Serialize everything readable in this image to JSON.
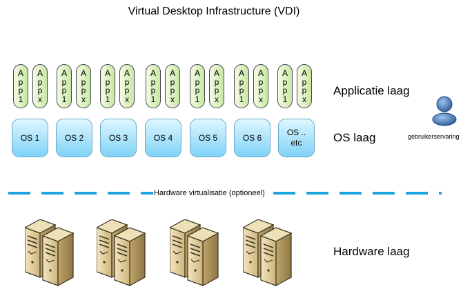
{
  "title": "Virtual Desktop Infrastructure (VDI)",
  "layers": {
    "app": "Applicatie laag",
    "os": "OS laag",
    "hardware": "Hardware laag"
  },
  "os_boxes": [
    "OS 1",
    "OS 2",
    "OS 3",
    "OS 4",
    "OS 5",
    "OS 6",
    "OS ..\netc"
  ],
  "apps": [
    [
      "A",
      "p",
      "p",
      "1"
    ],
    [
      "A",
      "p",
      "p",
      "x"
    ]
  ],
  "virtualization_label": "Hardware virtualisatie (optioneel)",
  "user_label": "gebruikerservaring",
  "colors": {
    "os_fill_top": "#dff6ff",
    "os_fill_bottom": "#7fd2f6",
    "app_fill": "#c9e7a2",
    "dash": "#1ba3dd",
    "user": "#3d6fae",
    "server": "#e6d3a0"
  },
  "icons": {
    "user": "user-icon",
    "server": "server-icon"
  }
}
